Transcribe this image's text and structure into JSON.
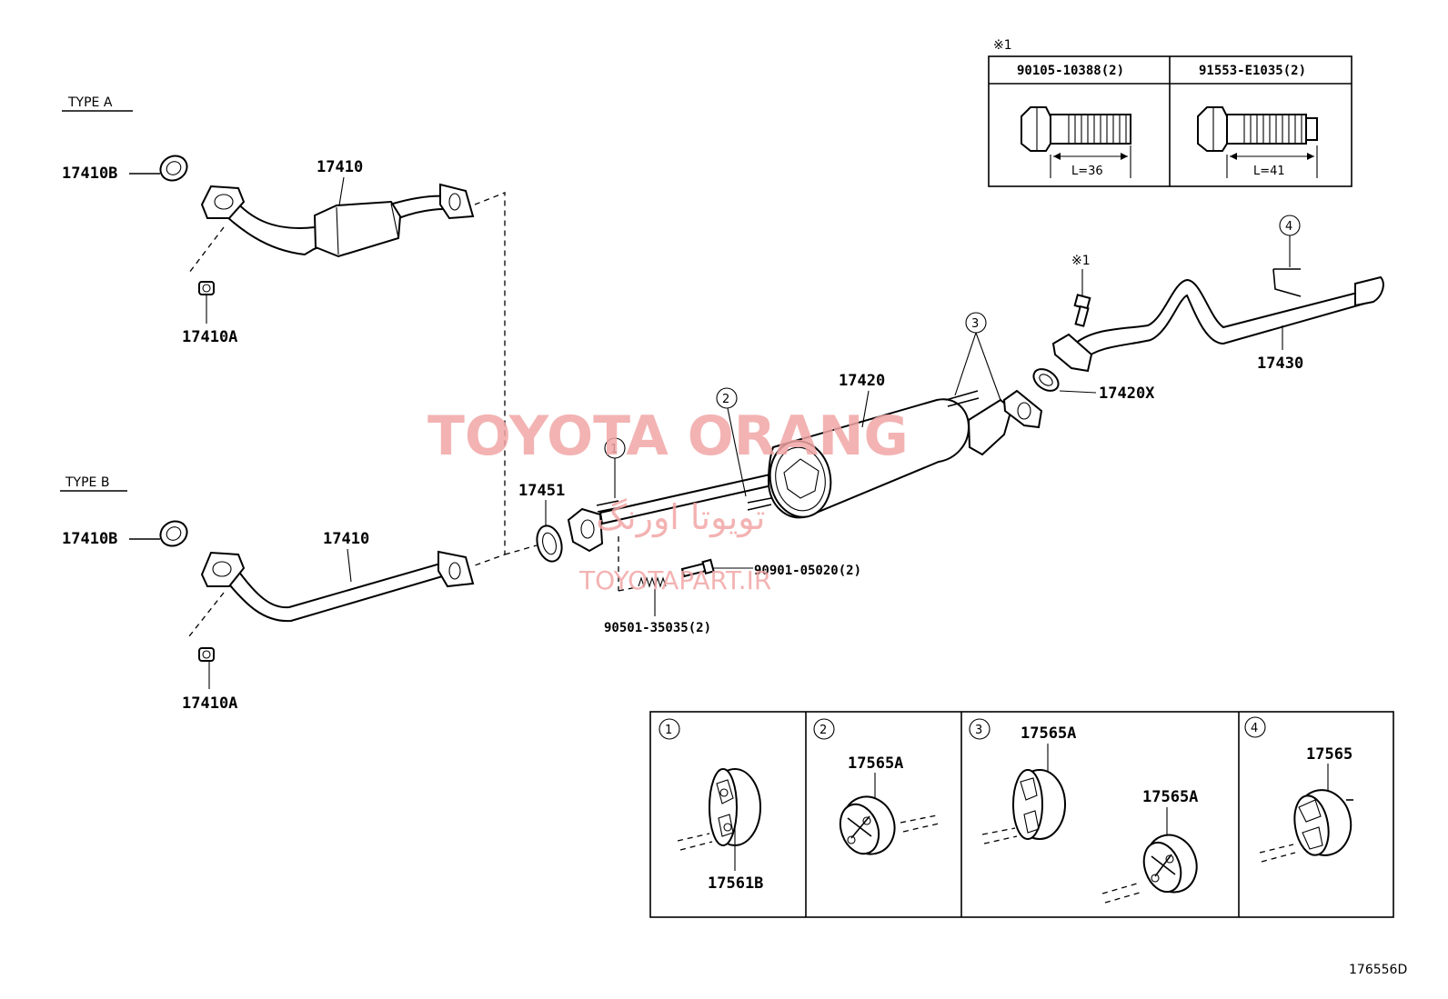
{
  "type_labels": {
    "type_a": "TYPE A",
    "type_b": "TYPE B"
  },
  "parts": {
    "p17410b_a": "17410B",
    "p17410_a": "17410",
    "p17410a_a": "17410A",
    "p17410b_b": "17410B",
    "p17410_b": "17410",
    "p17410a_b": "17410A",
    "p17451": "17451",
    "p17420": "17420",
    "p17420x": "17420X",
    "p17430": "17430",
    "p90901": "90901-05020(2)",
    "p90501": "90501-35035(2)"
  },
  "callouts": {
    "c1": "1",
    "c2": "2",
    "c3": "3",
    "c4": "4",
    "ref_mark": "※1"
  },
  "bolt_table": {
    "mark": "※1",
    "col1_part": "90105-10388(2)",
    "col1_len": "L=36",
    "col2_part": "91553-E1035(2)",
    "col2_len": "L=41"
  },
  "hanger_panels": {
    "panel1": {
      "num": "1",
      "part": "17561B"
    },
    "panel2": {
      "num": "2",
      "part": "17565A"
    },
    "panel3": {
      "num": "3",
      "part_a": "17565A",
      "part_b": "17565A"
    },
    "panel4": {
      "num": "4",
      "part": "17565"
    }
  },
  "watermark": {
    "main": "TOYOTA ORANG",
    "persian": "تویوتا اورنگ",
    "url": "TOYOTAPART.IR"
  },
  "diagram_id": "176556D"
}
